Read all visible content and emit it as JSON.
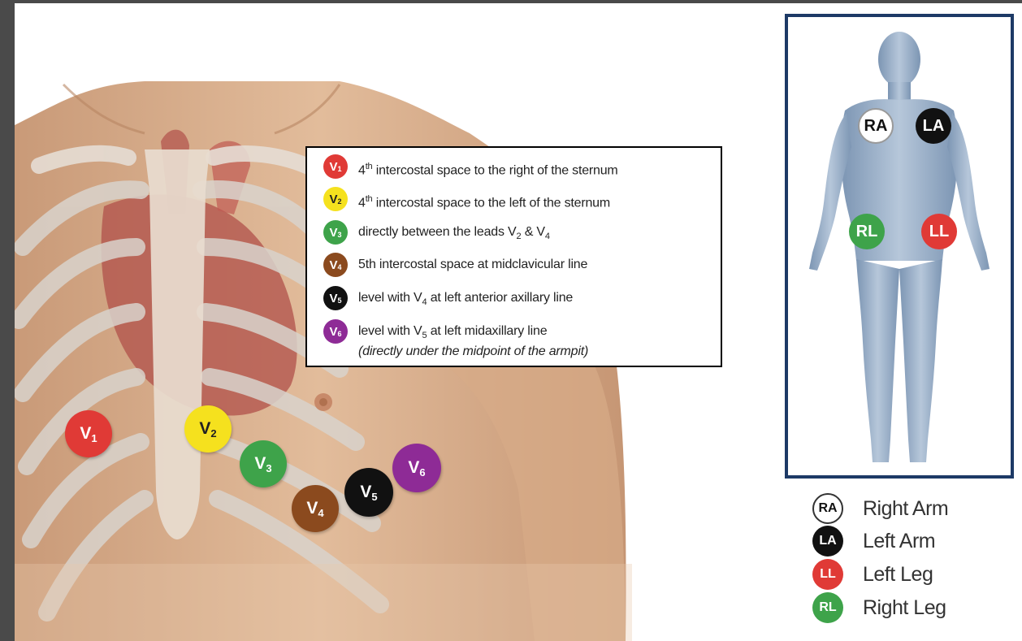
{
  "colors": {
    "v1": "#e03a36",
    "v2": "#f5e11e",
    "v3": "#3ea34a",
    "v4": "#8b4a1e",
    "v5": "#111111",
    "v6": "#8e2b96",
    "frame": "#1d3a66"
  },
  "precordial": {
    "electrodes": [
      {
        "main": "V",
        "sub": "1"
      },
      {
        "main": "V",
        "sub": "2"
      },
      {
        "main": "V",
        "sub": "3"
      },
      {
        "main": "V",
        "sub": "4"
      },
      {
        "main": "V",
        "sub": "5"
      },
      {
        "main": "V",
        "sub": "6"
      }
    ]
  },
  "legend": {
    "v1": {
      "lead_main": "V",
      "lead_sub": "1",
      "sup": "th",
      "pre": "4",
      "text": " intercostal space to the right of the sternum"
    },
    "v2": {
      "lead_main": "V",
      "lead_sub": "2",
      "sup": "th",
      "pre": "4",
      "text": " intercostal space to the left of the sternum"
    },
    "v3": {
      "lead_main": "V",
      "lead_sub": "3",
      "text_a": "directly between the leads V",
      "sub_a": "2",
      "text_b": " & V",
      "sub_b": "4"
    },
    "v4": {
      "lead_main": "V",
      "lead_sub": "4",
      "text": "5th intercostal space at midclavicular line"
    },
    "v5": {
      "lead_main": "V",
      "lead_sub": "5",
      "text_a": "level with V",
      "sub_a": "4",
      "text_b": " at left anterior axillary line"
    },
    "v6": {
      "lead_main": "V",
      "lead_sub": "6",
      "text_a": "level with V",
      "sub_a": "5",
      "text_b": " at left midaxillary line",
      "note": "(directly under the midpoint of the armpit)"
    }
  },
  "limb_leads": {
    "ra": "RA",
    "la": "LA",
    "rl": "RL",
    "ll": "LL"
  },
  "key": [
    {
      "abbr": "RA",
      "label": "Right Arm"
    },
    {
      "abbr": "LA",
      "label": "Left Arm"
    },
    {
      "abbr": "LL",
      "label": "Left Leg"
    },
    {
      "abbr": "RL",
      "label": "Right Leg"
    }
  ]
}
